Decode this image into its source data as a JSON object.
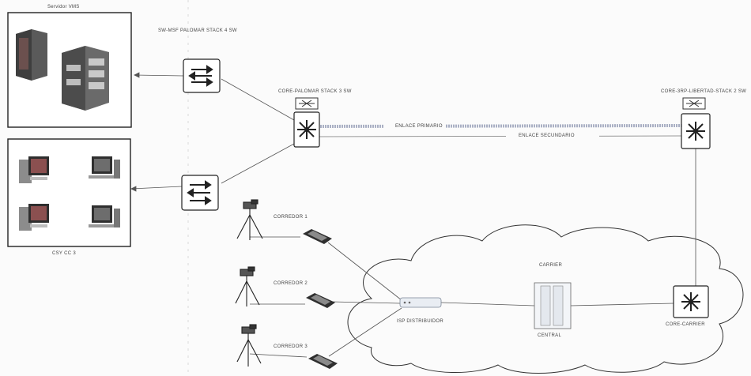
{
  "servers_box": {
    "label": "Servidor VMS"
  },
  "workstations_box": {
    "label": "CSY CC 3"
  },
  "switch_top": {
    "label": "SW-MSF PALOMAR STACK 4 SW"
  },
  "core_palomar": {
    "label": "CORE-PALOMAR STACK 3 SW"
  },
  "core_libertad": {
    "label": "CORE-3RP-LIBERTAD-STACK 2 SW"
  },
  "link_primary": {
    "label": "ENLACE PRIMARIO"
  },
  "link_secondary": {
    "label": "ENLACE SECUNDARIO"
  },
  "corridors": [
    {
      "label": "CORREDOR 1"
    },
    {
      "label": "CORREDOR 2"
    },
    {
      "label": "CORREDOR 3"
    }
  ],
  "cloud": {
    "label": "CARRIER"
  },
  "distributor": {
    "label": "ISP DISTRIBUIDOR"
  },
  "central": {
    "label": "CENTRAL"
  },
  "core_carrier": {
    "label": "CORE-CARRIER"
  }
}
